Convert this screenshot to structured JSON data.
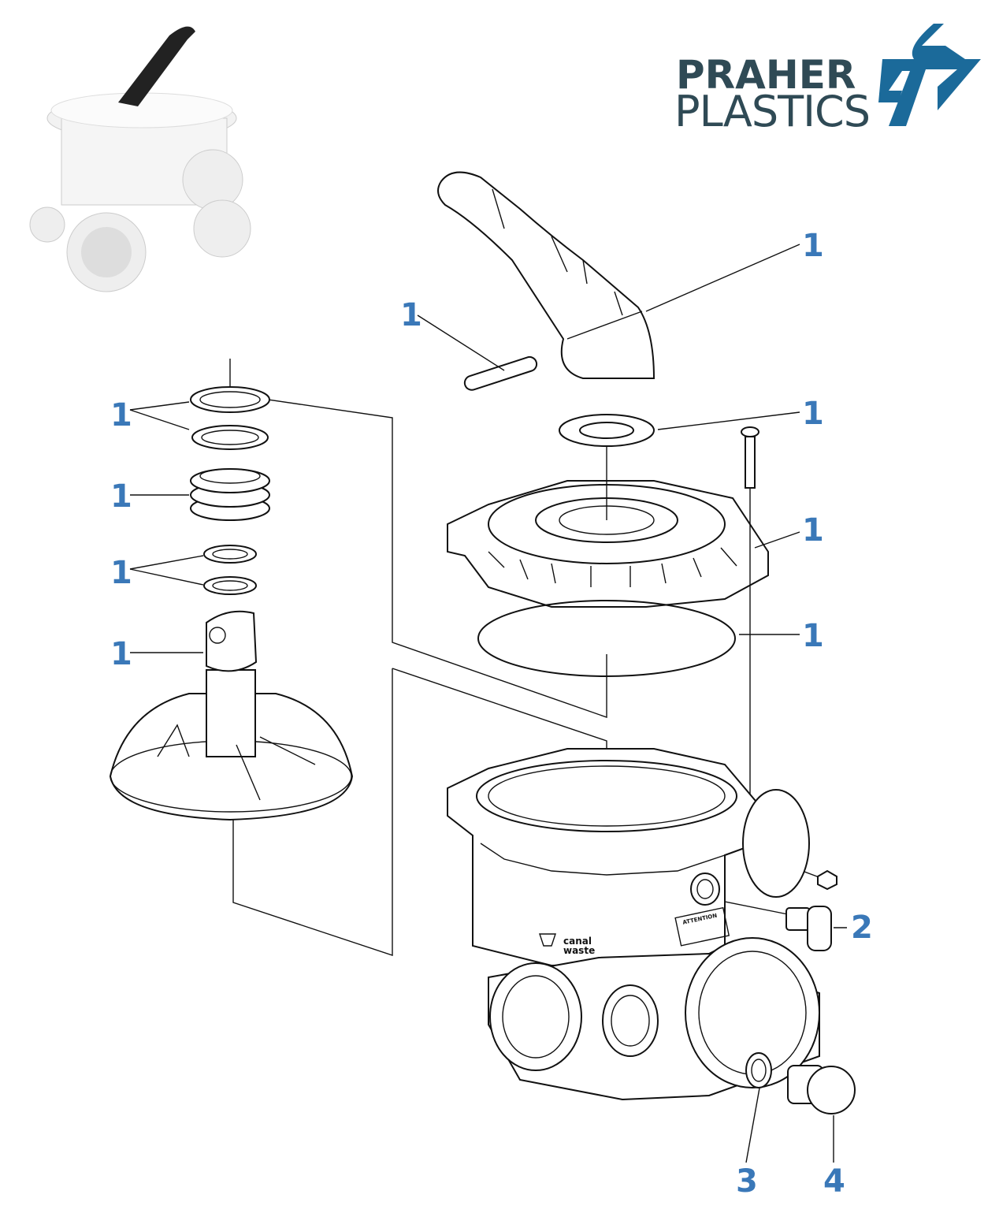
{
  "logo": {
    "line1": "PRAHER",
    "line2": "PLASTICS",
    "brand_color": "#1b6a9a",
    "text_color": "#2f4a55"
  },
  "callouts": {
    "handle": "1",
    "pin": "1",
    "washer": "1",
    "lid": "1",
    "lid_oring": "1",
    "rings_top": "1",
    "spring": "1",
    "small_orings": "1",
    "rotor": "1",
    "sight_glass": "2",
    "drain_oring": "3",
    "drain_plug": "4"
  },
  "callout_color": "#3a78b8",
  "body_markings": {
    "canal_waste_line1": "canal",
    "canal_waste_line2": "waste",
    "warning_title": "ATTENTION"
  }
}
